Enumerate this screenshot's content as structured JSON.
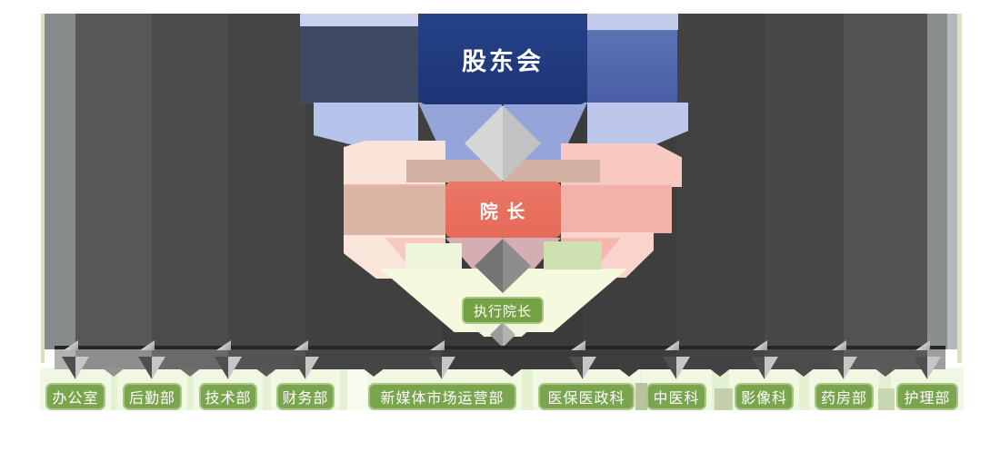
{
  "org_chart": {
    "type": "org-tree",
    "root": {
      "label": "股东会"
    },
    "level2": {
      "label": "院 长"
    },
    "level3": {
      "label": "执行院长"
    },
    "departments": [
      "办公室",
      "后勤部",
      "技术部",
      "财务部",
      "新媒体市场运营部",
      "医保医政科",
      "中医科",
      "影像科",
      "药房部",
      "护理部"
    ],
    "colors": {
      "root_bg": "#1d3574",
      "dean_bg": "#e66a58",
      "exec_bg": "#73a144",
      "department_bg": "#7ba44f",
      "department_border": "#a9c684",
      "backdrop_dark": "#3b3b3b",
      "level1_blue": "#95a4d9",
      "level2_pink": "#f2b2aa",
      "level3_green": "#f5fade"
    }
  }
}
